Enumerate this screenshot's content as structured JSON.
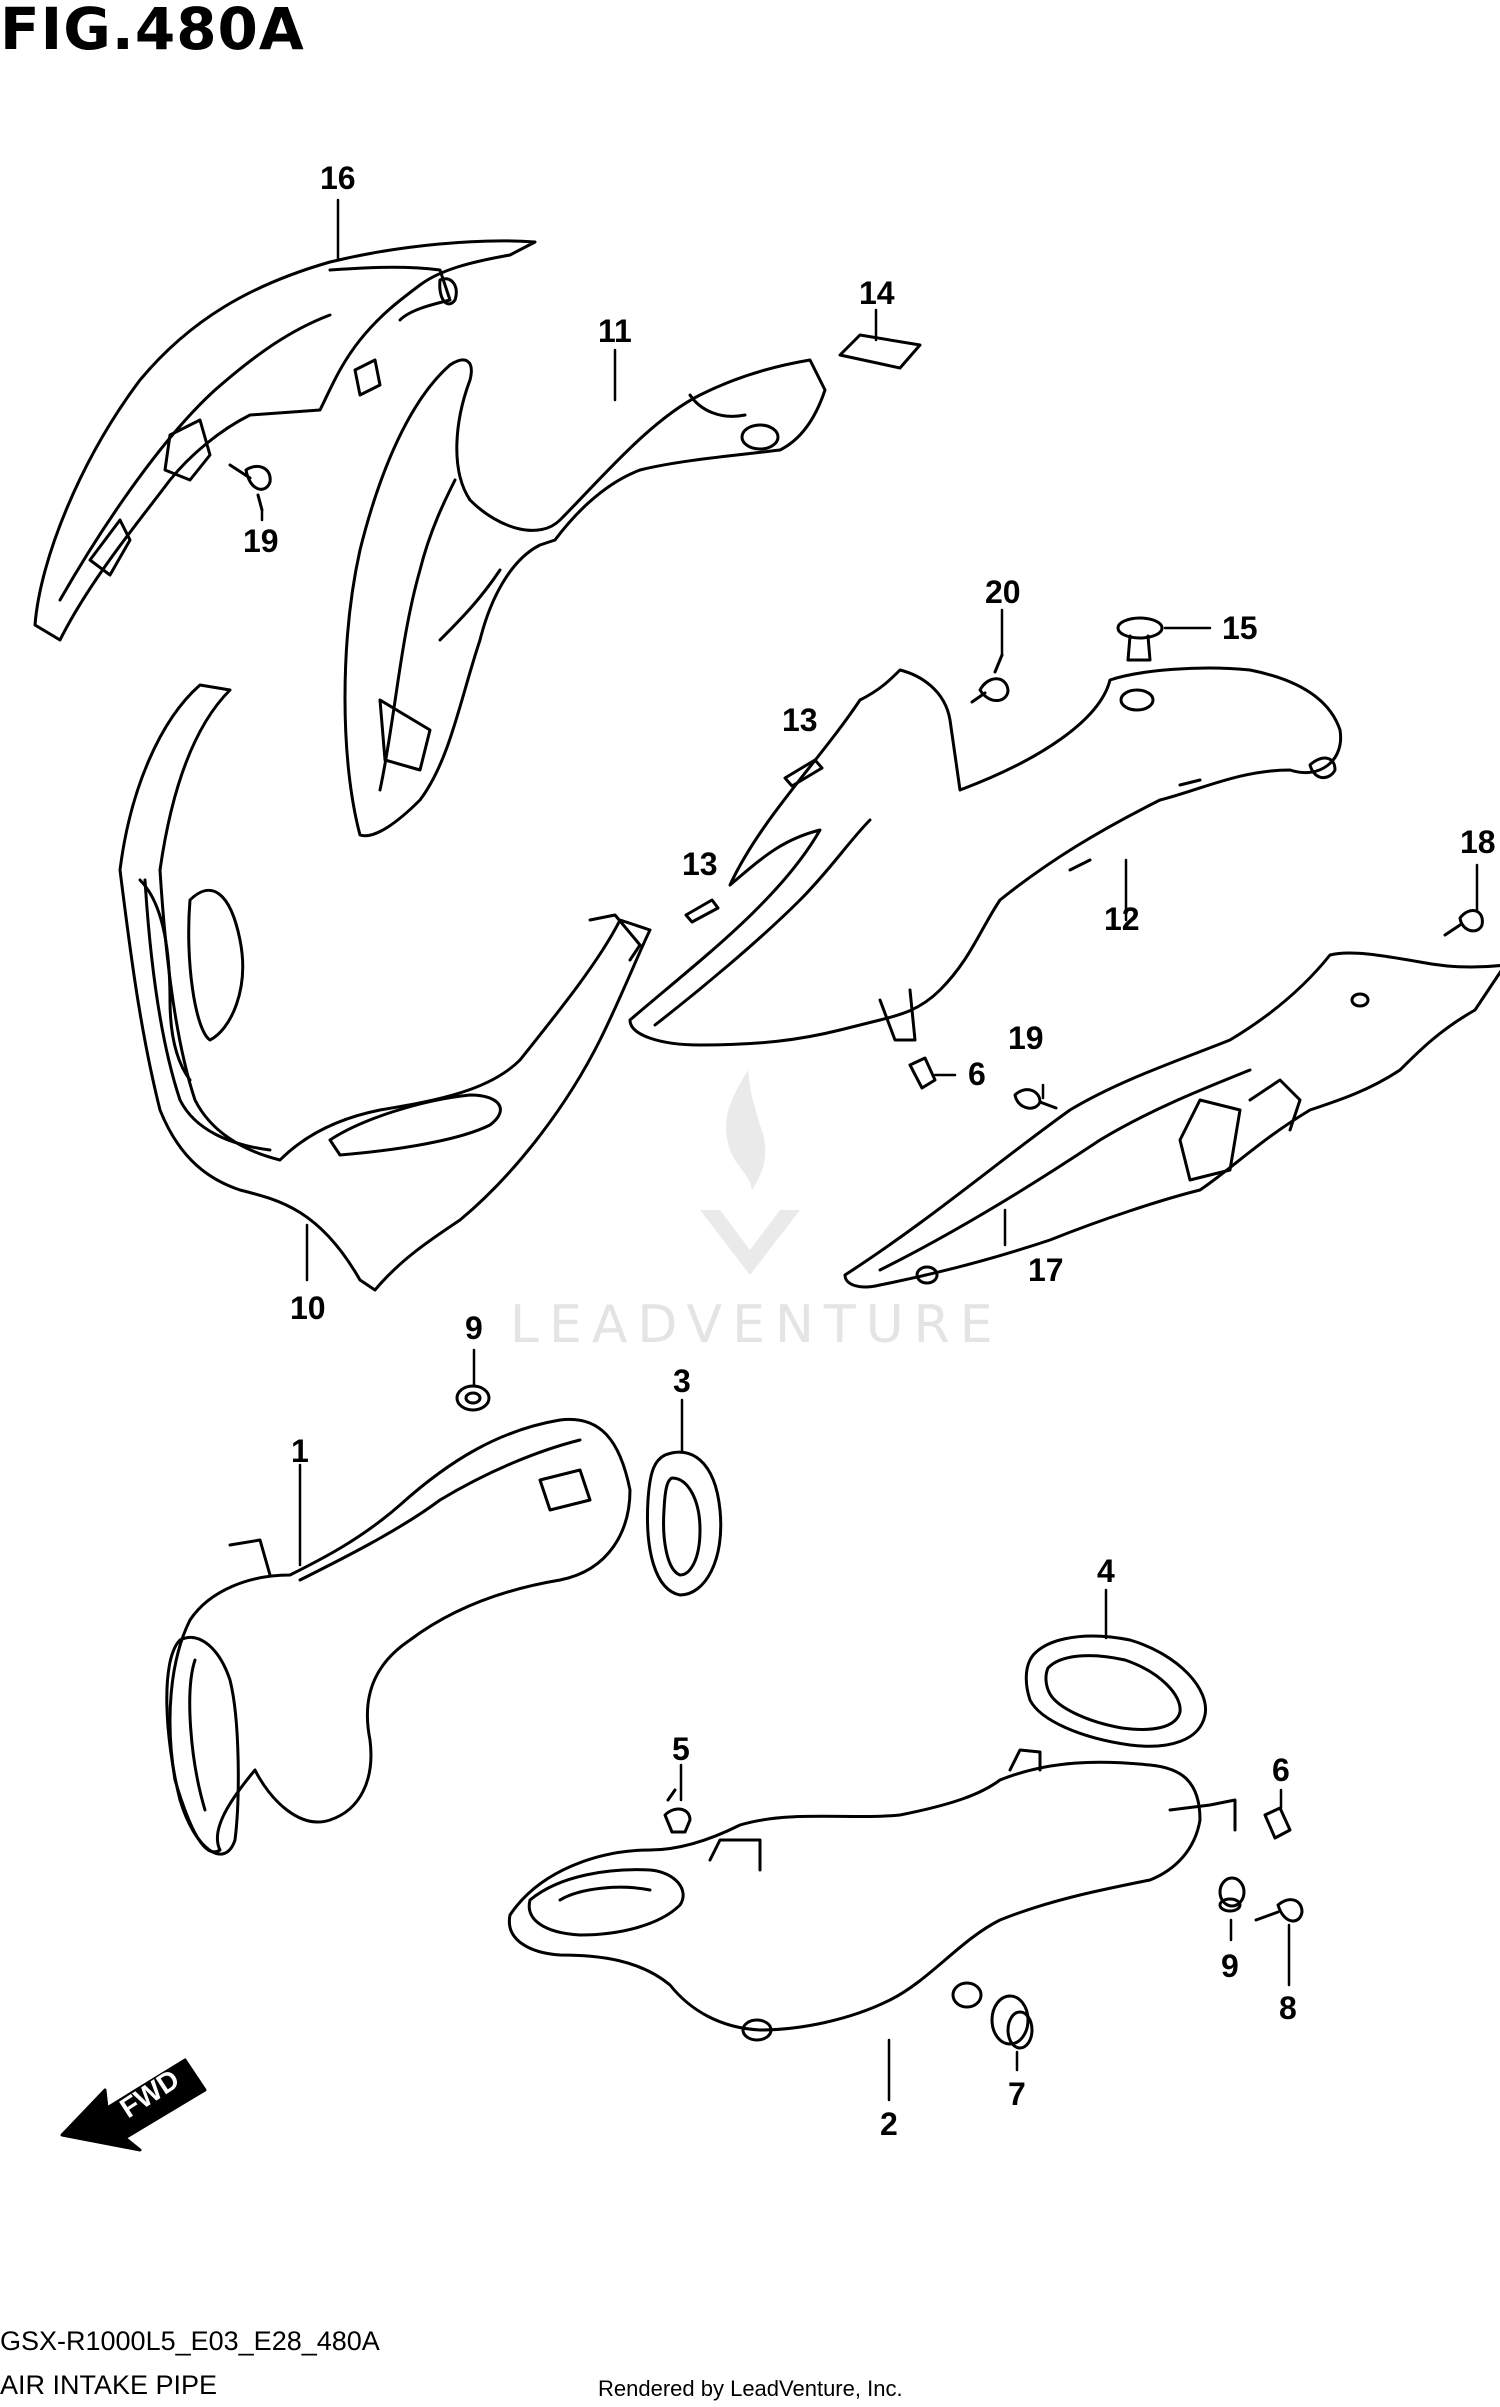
{
  "figure": {
    "title": "FIG.480A"
  },
  "watermark": "LEADVENTURE",
  "fwd_label": "FWD",
  "callouts": [
    {
      "id": "c16",
      "text": "16"
    },
    {
      "id": "c19a",
      "text": "19"
    },
    {
      "id": "c11",
      "text": "11"
    },
    {
      "id": "c14",
      "text": "14"
    },
    {
      "id": "c20",
      "text": "20"
    },
    {
      "id": "c15",
      "text": "15"
    },
    {
      "id": "c13a",
      "text": "13"
    },
    {
      "id": "c13b",
      "text": "13"
    },
    {
      "id": "c12",
      "text": "12"
    },
    {
      "id": "c18",
      "text": "18"
    },
    {
      "id": "c19b",
      "text": "19"
    },
    {
      "id": "c6a",
      "text": "6"
    },
    {
      "id": "c17",
      "text": "17"
    },
    {
      "id": "c10",
      "text": "10"
    },
    {
      "id": "c9a",
      "text": "9"
    },
    {
      "id": "c3",
      "text": "3"
    },
    {
      "id": "c1",
      "text": "1"
    },
    {
      "id": "c4",
      "text": "4"
    },
    {
      "id": "c5",
      "text": "5"
    },
    {
      "id": "c6b",
      "text": "6"
    },
    {
      "id": "c9b",
      "text": "9"
    },
    {
      "id": "c8",
      "text": "8"
    },
    {
      "id": "c7",
      "text": "7"
    },
    {
      "id": "c2",
      "text": "2"
    }
  ],
  "footer": {
    "model_code": "GSX-R1000L5_E03_E28_480A",
    "section_name": "AIR INTAKE PIPE",
    "credit": "Rendered by LeadVenture, Inc."
  }
}
